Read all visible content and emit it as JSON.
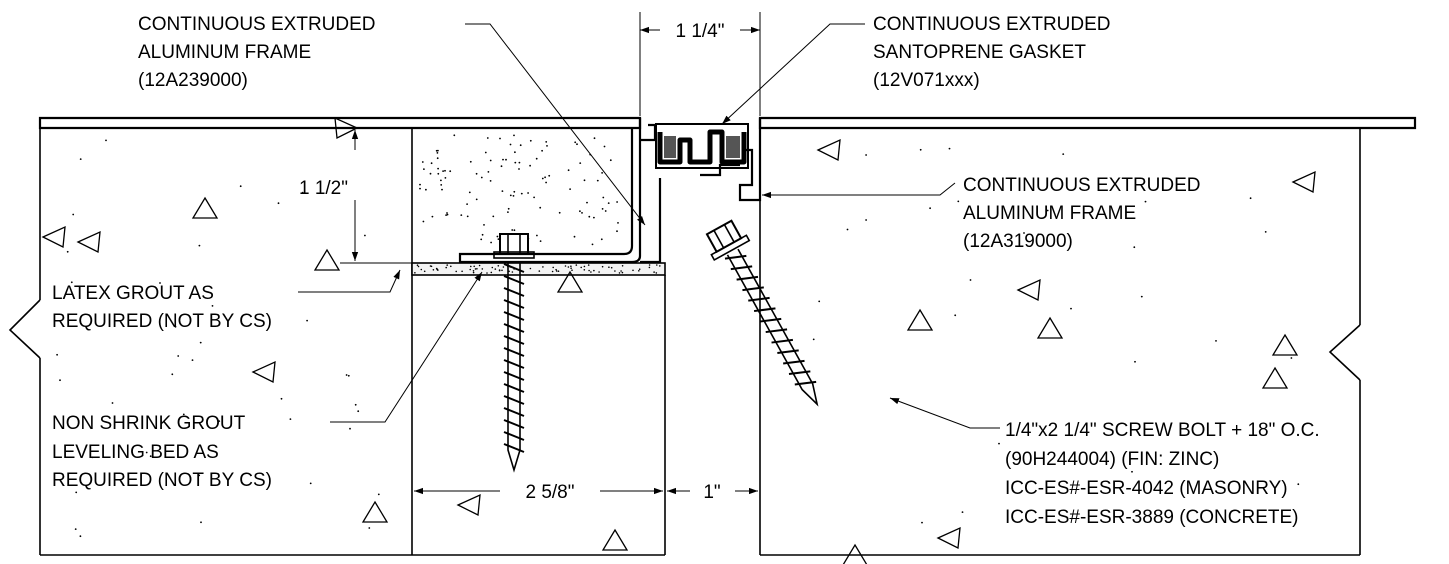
{
  "labels": {
    "frame_left": [
      "CONTINUOUS EXTRUDED",
      "ALUMINUM  FRAME",
      "(12A239000)"
    ],
    "gasket": [
      "CONTINUOUS EXTRUDED",
      "SANTOPRENE GASKET",
      "(12V071xxx)"
    ],
    "frame_right": [
      "CONTINUOUS EXTRUDED",
      "ALUMINUM  FRAME",
      "(12A319000)"
    ],
    "latex_grout": [
      "LATEX GROUT AS",
      "REQUIRED (NOT BY CS)"
    ],
    "non_shrink_grout": [
      "NON SHRINK GROUT",
      "LEVELING BED AS",
      "REQUIRED (NOT BY CS)"
    ],
    "screw_bolt": [
      "1/4\"x2 1/4\" SCREW BOLT + 18\" O.C.",
      "(90H244004) (FIN: ZINC)",
      "ICC-ES#-ESR-4042 (MASONRY)",
      "ICC-ES#-ESR-3889 (CONCRETE)"
    ]
  },
  "dimensions": {
    "top_width": "1 1/4\"",
    "depth": "1 1/2\"",
    "bottom_left": "2 5/8\"",
    "gap": "1\""
  }
}
